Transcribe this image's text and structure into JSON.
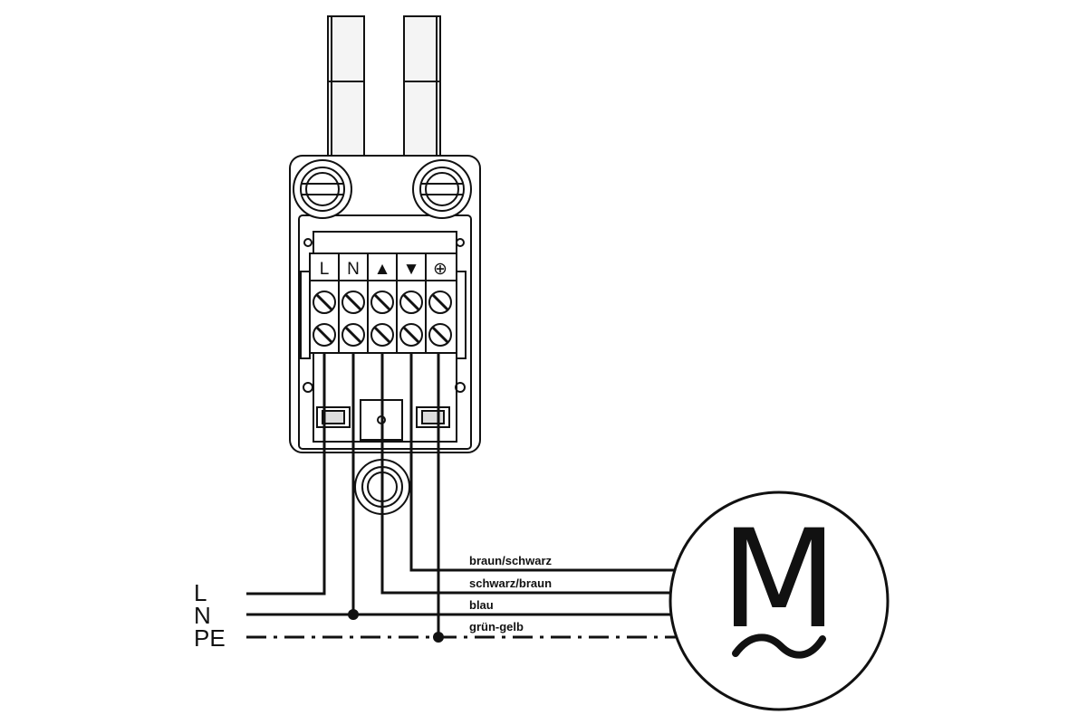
{
  "terminals": [
    {
      "label": "L"
    },
    {
      "label": "N"
    },
    {
      "label": "▲"
    },
    {
      "label": "▼"
    },
    {
      "label": "⊕"
    }
  ],
  "supply_lines": [
    {
      "label": "L"
    },
    {
      "label": "N"
    },
    {
      "label": "PE"
    }
  ],
  "wires": [
    {
      "label": "braun/schwarz"
    },
    {
      "label": "schwarz/braun"
    },
    {
      "label": "blau"
    },
    {
      "label": "grün-gelb"
    }
  ],
  "motor": {
    "symbol": "M"
  },
  "colors": {
    "line": "#111111",
    "background": "#ffffff",
    "housing_fill": "#ffffff",
    "cable_fill": "#f4f4f4"
  },
  "icons": [
    "cable-gland-icon",
    "terminal-screw-icon",
    "earth-ground-icon",
    "motor-icon",
    "ac-tilde-icon"
  ]
}
